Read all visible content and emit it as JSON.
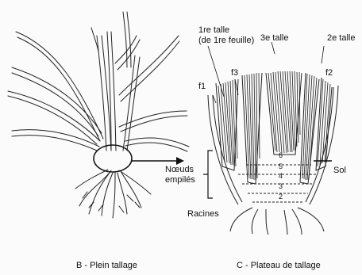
{
  "panel_b": {
    "caption": "B - Plein tallage"
  },
  "panel_c": {
    "caption": "C - Plateau de tallage",
    "labels": {
      "talle1_line1": "1re talle",
      "talle1_line2": "(de 1re feuille)",
      "talle3": "3e talle",
      "talle2": "2e talle",
      "f1": "f1",
      "f2": "f2",
      "f3": "f3",
      "noeuds": "Nœuds",
      "empiles": "empilés",
      "sol": "Sol",
      "racines": "Racines"
    },
    "node_numbers": [
      "6",
      "5",
      "4",
      "3",
      "2"
    ]
  }
}
